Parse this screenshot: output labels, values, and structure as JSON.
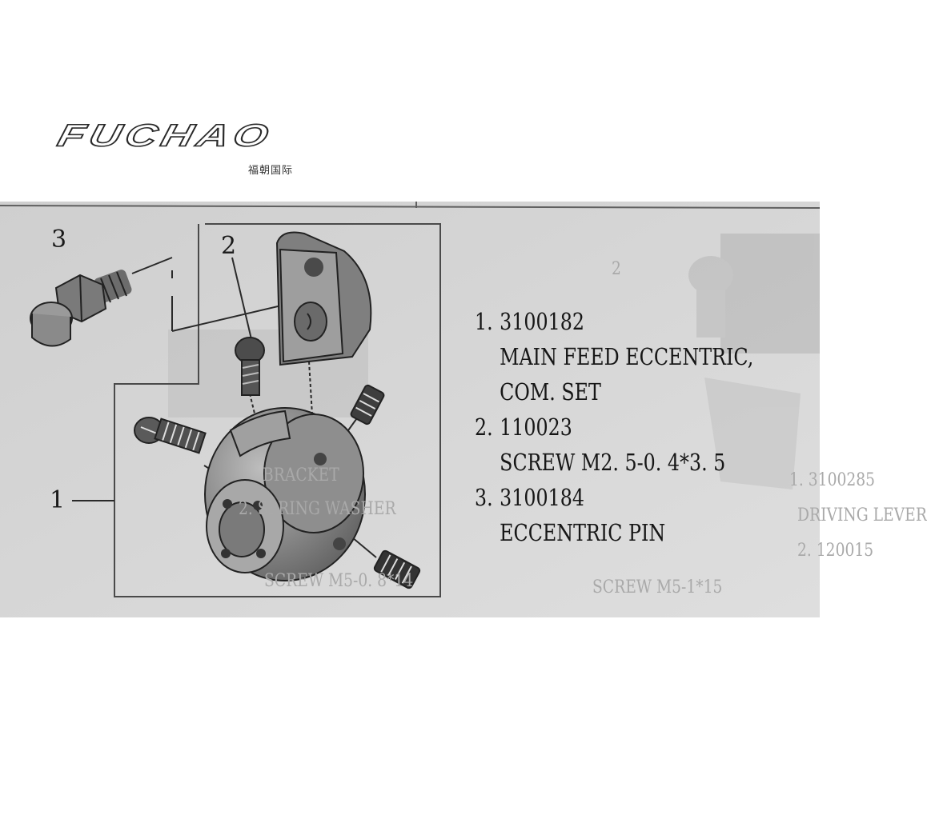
{
  "logo": {
    "brand": "FUCHAO",
    "subtitle": "福朝国际"
  },
  "diagram": {
    "callouts": [
      "3",
      "2",
      "1"
    ],
    "parts": [
      {
        "number": "1.",
        "code": "3100182",
        "desc": [
          "MAIN FEED ECCENTRIC,",
          "COM. SET"
        ]
      },
      {
        "number": "2.",
        "code": "110023",
        "desc": [
          "SCREW M2. 5-0. 4*3. 5"
        ]
      },
      {
        "number": "3.",
        "code": "3100184",
        "desc": [
          "ECCENTRIC PIN"
        ]
      }
    ],
    "ghost_text": [
      "1. 3100285",
      "DRIVING LEVER",
      "2. 120015",
      "SCREW M5-1*15",
      "BRACKET",
      "2. SPRING WASHER",
      "SCREW M5-0. 8*14",
      "2"
    ]
  }
}
